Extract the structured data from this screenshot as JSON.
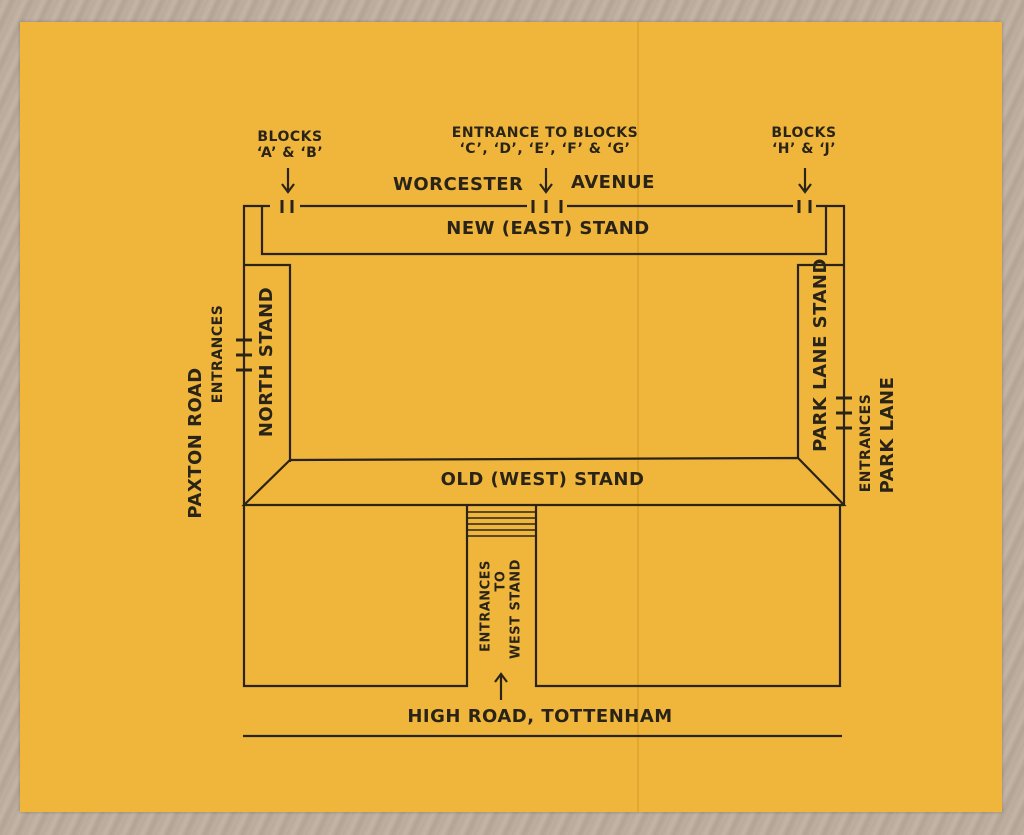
{
  "labels": {
    "blocks_ab_title": "BLOCKS",
    "blocks_ab_sub": "‘A’ & ‘B’",
    "entrance_cg_title": "ENTRANCE TO BLOCKS",
    "entrance_cg_sub": "‘C’, ‘D’, ‘E’, ‘F’ & ‘G’",
    "blocks_hj_title": "BLOCKS",
    "blocks_hj_sub": "‘H’ & ‘J’",
    "worcester": "WORCESTER",
    "avenue": "AVENUE",
    "new_east_stand": "NEW (EAST) STAND",
    "north_stand": "NORTH STAND",
    "park_lane_stand": "PARK LANE STAND",
    "old_west_stand": "OLD (WEST) STAND",
    "paxton_road": "PAXTON ROAD",
    "paxton_entrances": "ENTRANCES",
    "park_lane": "PARK LANE",
    "park_lane_entrances": "ENTRANCES",
    "west_entrances_1": "ENTRANCES",
    "west_entrances_2": "TO",
    "west_entrances_3": "WEST STAND",
    "high_road": "HIGH ROAD, TOTTENHAM"
  },
  "colors": {
    "card": "#f0b63c",
    "ink": "#2a2418"
  }
}
